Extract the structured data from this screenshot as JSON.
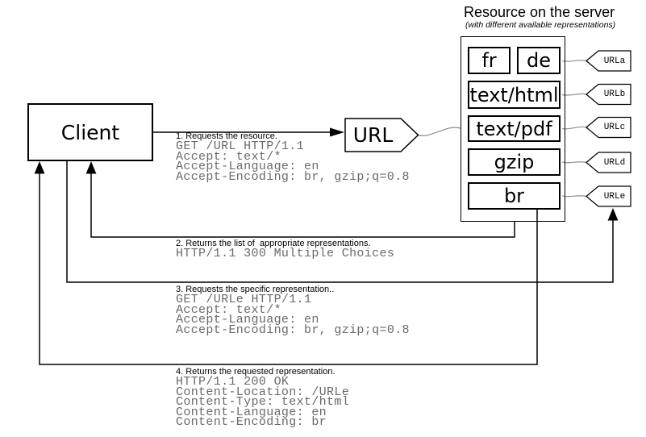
{
  "header": {
    "title": "Resource on the server",
    "subtitle": "(with different available representations)"
  },
  "client": {
    "label": "Client"
  },
  "url_sign": {
    "label": "URL"
  },
  "server": {
    "representations": [
      {
        "label": "fr"
      },
      {
        "label": "de"
      },
      {
        "label": "text/html"
      },
      {
        "label": "text/pdf"
      },
      {
        "label": "gzip"
      },
      {
        "label": "br"
      }
    ],
    "url_tags": [
      {
        "label": "URLa"
      },
      {
        "label": "URLb"
      },
      {
        "label": "URLc"
      },
      {
        "label": "URLd"
      },
      {
        "label": "URLe"
      }
    ],
    "links": [
      {
        "from": "de",
        "to": "URLa"
      },
      {
        "from": "text/html",
        "to": "URLb"
      },
      {
        "from": "text/pdf",
        "to": "URLc"
      },
      {
        "from": "gzip",
        "to": "URLd"
      },
      {
        "from": "br",
        "to": "URLe"
      }
    ]
  },
  "steps": [
    {
      "title": "1. Requests the resource.",
      "lines": [
        "GET /URL HTTP/1.1",
        "Accept: text/*",
        "Accept-Language: en",
        "Accept-Encoding: br, gzip;q=0.8"
      ]
    },
    {
      "title": "2. Returns the list of  appropriate representations.",
      "lines": [
        "HTTP/1.1 300 Multiple Choices"
      ]
    },
    {
      "title": "3. Requests the specific representation..",
      "lines": [
        "GET /URLe HTTP/1.1",
        "Accept: text/*",
        "Accept-Language: en",
        "Accept-Encoding: br, gzip;q=0.8"
      ]
    },
    {
      "title": "4. Returns the requested representation.",
      "lines": [
        "HTTP/1.1 200 OK",
        "Content-Location: /URLe",
        "Content-Type: text/html",
        "Content-Language: en",
        "Content-Encoding: br"
      ]
    }
  ],
  "colors": {
    "outline": "#000000",
    "http_text": "#6a6a6a",
    "tag_connector": "#999999",
    "background": "#ffffff"
  }
}
